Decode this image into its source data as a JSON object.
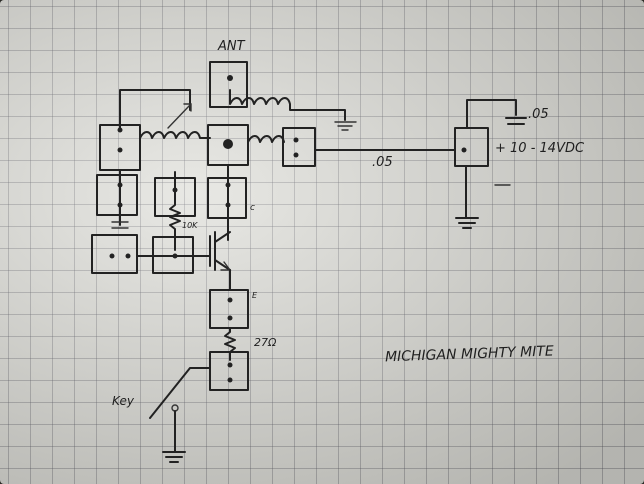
{
  "labels": {
    "ant": "ANT",
    "cap_bias": ".05",
    "cap_supply": ".05",
    "supply": "+ 10 - 14VDC",
    "res_bias": "10K",
    "collector": "c",
    "emitter": "E",
    "res_emitter": "27Ω",
    "key": "Key",
    "title": "MICHIGAN MIGHTY MITE"
  }
}
